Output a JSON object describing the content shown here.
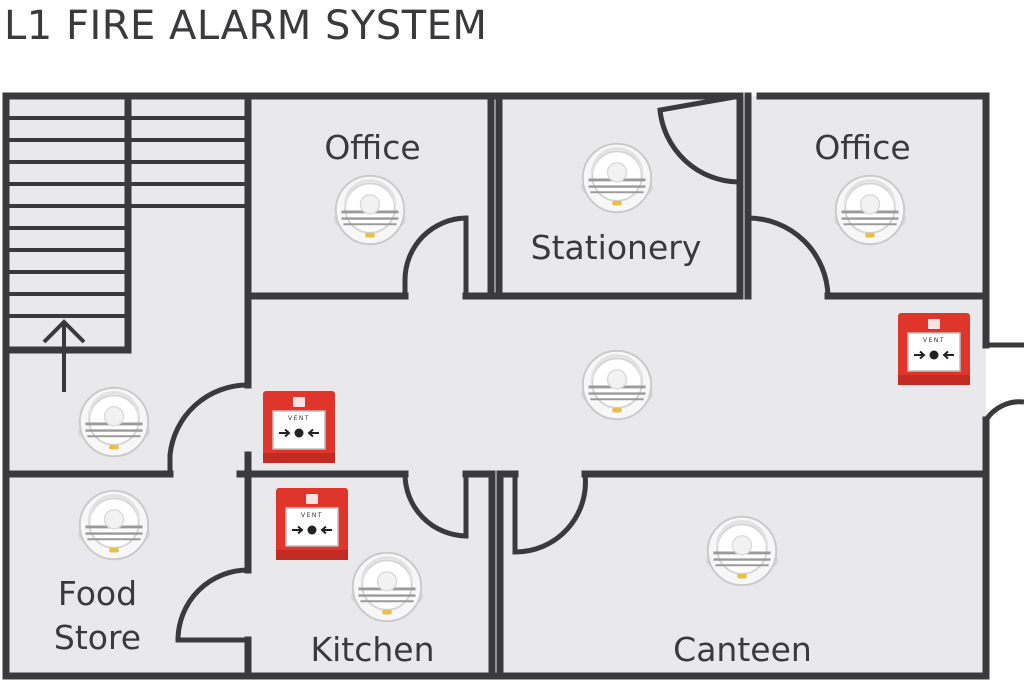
{
  "title": "L1 FIRE ALARM SYSTEM",
  "rooms": {
    "office_left": "Office",
    "stationery": "Stationery",
    "office_right": "Office",
    "food_store_line1": "Food",
    "food_store_line2": "Store",
    "kitchen": "Kitchen",
    "canteen": "Canteen"
  },
  "call_point_text": "VENT",
  "colors": {
    "wall": "#3a3a3c",
    "floor": "#e9e9eb",
    "call_point_red": "#e0352b",
    "detector_white": "#f4f4f4"
  },
  "devices": {
    "smoke_detector_icon": "smoke-detector-icon",
    "call_point_icon": "manual-call-point-icon",
    "stair_arrow_icon": "up-arrow-icon"
  }
}
